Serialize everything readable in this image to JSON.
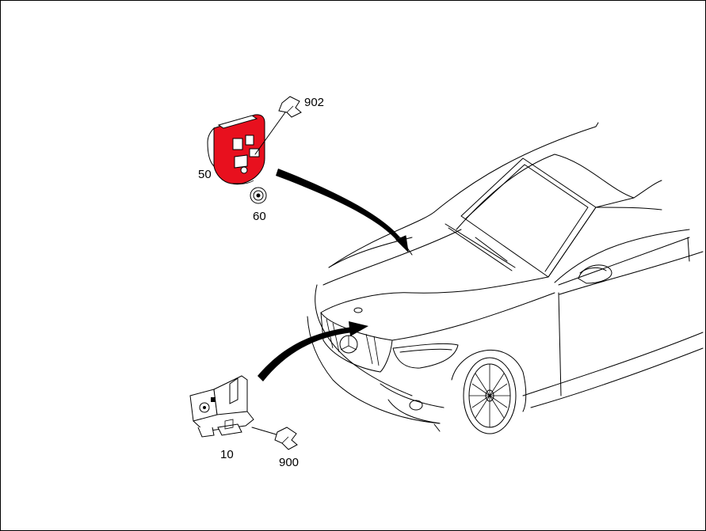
{
  "callouts": {
    "part_50": "50",
    "part_60": "60",
    "part_902": "902",
    "part_10": "10",
    "part_900": "900"
  },
  "colors": {
    "highlight": "#e8101e",
    "line": "#000000",
    "background": "#ffffff"
  }
}
